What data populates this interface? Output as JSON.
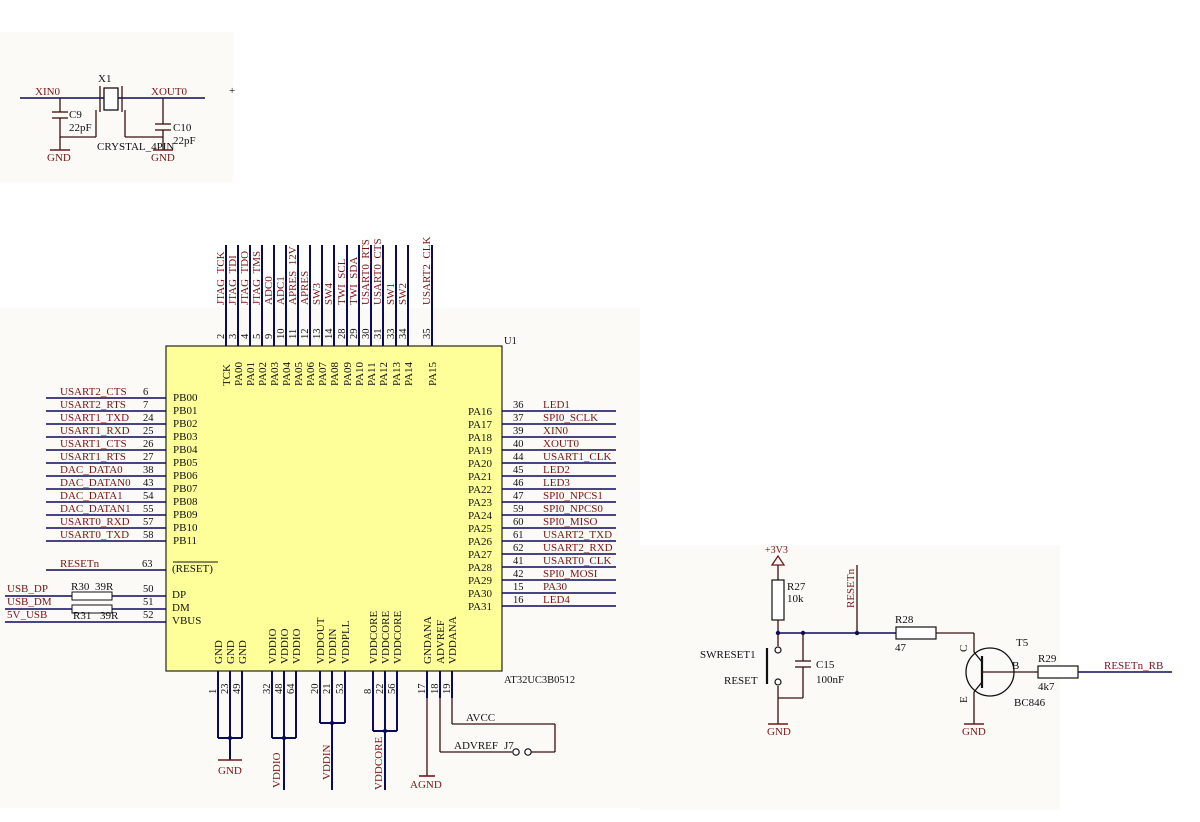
{
  "crystal": {
    "xin": "XIN0",
    "xout": "XOUT0",
    "ref": "X1",
    "value": "CRYSTAL_4PIN",
    "c9_ref": "C9",
    "c9_val": "22pF",
    "c10_ref": "C10",
    "c10_val": "22pF",
    "gnd1": "GND",
    "gnd2": "GND",
    "plus": "+"
  },
  "mcu": {
    "ref": "U1",
    "part": "AT32UC3B0512",
    "top_pins": [
      {
        "num": "2",
        "name": "TCK",
        "net": "JTAG_TCK"
      },
      {
        "num": "3",
        "name": "PA00",
        "net": "JTAG_TDI"
      },
      {
        "num": "4",
        "name": "PA01",
        "net": "JTAG_TDO"
      },
      {
        "num": "5",
        "name": "PA02",
        "net": "JTAG_TMS"
      },
      {
        "num": "9",
        "name": "PA03",
        "net": "ADC0"
      },
      {
        "num": "10",
        "name": "PA04",
        "net": "ADC1"
      },
      {
        "num": "11",
        "name": "PA05",
        "net": "APRES_12V"
      },
      {
        "num": "12",
        "name": "PA06",
        "net": "APRES"
      },
      {
        "num": "13",
        "name": "PA07",
        "net": "SW3"
      },
      {
        "num": "14",
        "name": "PA08",
        "net": "SW4"
      },
      {
        "num": "28",
        "name": "PA09",
        "net": "TWI_SCL"
      },
      {
        "num": "29",
        "name": "PA10",
        "net": "TWI_SDA"
      },
      {
        "num": "30",
        "name": "PA11",
        "net": "USART0_RTS"
      },
      {
        "num": "31",
        "name": "PA12",
        "net": "USART0_CTS"
      },
      {
        "num": "33",
        "name": "PA13",
        "net": "SW1"
      },
      {
        "num": "34",
        "name": "PA14",
        "net": "SW2"
      },
      {
        "num": "35",
        "name": "PA15",
        "net": "USART2_CLK"
      }
    ],
    "left_pins": [
      {
        "num": "6",
        "name": "PB00",
        "net": "USART2_CTS"
      },
      {
        "num": "7",
        "name": "PB01",
        "net": "USART2_RTS"
      },
      {
        "num": "24",
        "name": "PB02",
        "net": "USART1_TXD"
      },
      {
        "num": "25",
        "name": "PB03",
        "net": "USART1_RXD"
      },
      {
        "num": "26",
        "name": "PB04",
        "net": "USART1_CTS"
      },
      {
        "num": "27",
        "name": "PB05",
        "net": "USART1_RTS"
      },
      {
        "num": "38",
        "name": "PB06",
        "net": "DAC_DATA0"
      },
      {
        "num": "43",
        "name": "PB07",
        "net": "DAC_DATAN0"
      },
      {
        "num": "54",
        "name": "PB08",
        "net": "DAC_DATA1"
      },
      {
        "num": "55",
        "name": "PB09",
        "net": "DAC_DATAN1"
      },
      {
        "num": "57",
        "name": "PB10",
        "net": "USART0_RXD"
      },
      {
        "num": "58",
        "name": "PB11",
        "net": "USART0_TXD"
      }
    ],
    "reset_pin": {
      "num": "63",
      "name": "(RESET)",
      "net": "RESETn"
    },
    "usb_pins": [
      {
        "num": "50",
        "name": "DP",
        "net": "USB_DP",
        "res": "R30",
        "val": "39R"
      },
      {
        "num": "51",
        "name": "DM",
        "net": "USB_DM",
        "res": "",
        "val": ""
      },
      {
        "num": "52",
        "name": "VBUS",
        "net": "5V_USB",
        "res": "R31",
        "val": "39R"
      }
    ],
    "right_pins": [
      {
        "num": "36",
        "name": "PA16",
        "net": "LED1"
      },
      {
        "num": "37",
        "name": "PA17",
        "net": "SPI0_SCLK"
      },
      {
        "num": "39",
        "name": "PA18",
        "net": "XIN0"
      },
      {
        "num": "40",
        "name": "PA19",
        "net": "XOUT0"
      },
      {
        "num": "44",
        "name": "PA20",
        "net": "USART1_CLK"
      },
      {
        "num": "45",
        "name": "PA21",
        "net": "LED2"
      },
      {
        "num": "46",
        "name": "PA22",
        "net": "LED3"
      },
      {
        "num": "47",
        "name": "PA23",
        "net": "SPI0_NPCS1"
      },
      {
        "num": "59",
        "name": "PA24",
        "net": "SPI0_NPCS0"
      },
      {
        "num": "60",
        "name": "PA25",
        "net": "SPI0_MISO"
      },
      {
        "num": "61",
        "name": "PA26",
        "net": "USART2_TXD"
      },
      {
        "num": "62",
        "name": "PA27",
        "net": "USART2_RXD"
      },
      {
        "num": "41",
        "name": "PA28",
        "net": "USART0_CLK"
      },
      {
        "num": "42",
        "name": "PA29",
        "net": "SPI0_MOSI"
      },
      {
        "num": "15",
        "name": "PA30",
        "net": "PA30"
      },
      {
        "num": "16",
        "name": "PA31",
        "net": "LED4"
      }
    ],
    "bottom_pins": [
      {
        "num": "1",
        "name": "GND"
      },
      {
        "num": "23",
        "name": "GND"
      },
      {
        "num": "49",
        "name": "GND"
      },
      {
        "num": "32",
        "name": "VDDIO"
      },
      {
        "num": "48",
        "name": "VDDIO"
      },
      {
        "num": "64",
        "name": "VDDIO"
      },
      {
        "num": "20",
        "name": "VDDOUT"
      },
      {
        "num": "21",
        "name": "VDDIN"
      },
      {
        "num": "53",
        "name": "VDDPLL"
      },
      {
        "num": "8",
        "name": "VDDCORE"
      },
      {
        "num": "22",
        "name": "VDDCORE"
      },
      {
        "num": "56",
        "name": "VDDCORE"
      },
      {
        "num": "17",
        "name": "GNDANA"
      },
      {
        "num": "18",
        "name": "ADVREF"
      },
      {
        "num": "19",
        "name": "VDDANA"
      }
    ],
    "bottom_nets": {
      "gnd": "GND",
      "vddio": "VDDIO",
      "vddin": "VDDIN",
      "vddcore": "VDDCORE",
      "agnd": "AGND",
      "avcc": "AVCC",
      "advref": "ADVREF",
      "j7": "J7"
    }
  },
  "reset_circuit": {
    "vcc": "+3V3",
    "r27_ref": "R27",
    "r27_val": "10k",
    "sw_ref": "SWRESET1",
    "sw_val": "RESET",
    "c15_ref": "C15",
    "c15_val": "100nF",
    "resetn": "RESETn",
    "r28_ref": "R28",
    "r28_val": "47",
    "t5_ref": "T5",
    "t5_val": "BC846",
    "c": "C",
    "b": "B",
    "e": "E",
    "r29_ref": "R29",
    "r29_val": "4k7",
    "out_net": "RESETn_RB",
    "gnd1": "GND",
    "gnd2": "GND"
  }
}
